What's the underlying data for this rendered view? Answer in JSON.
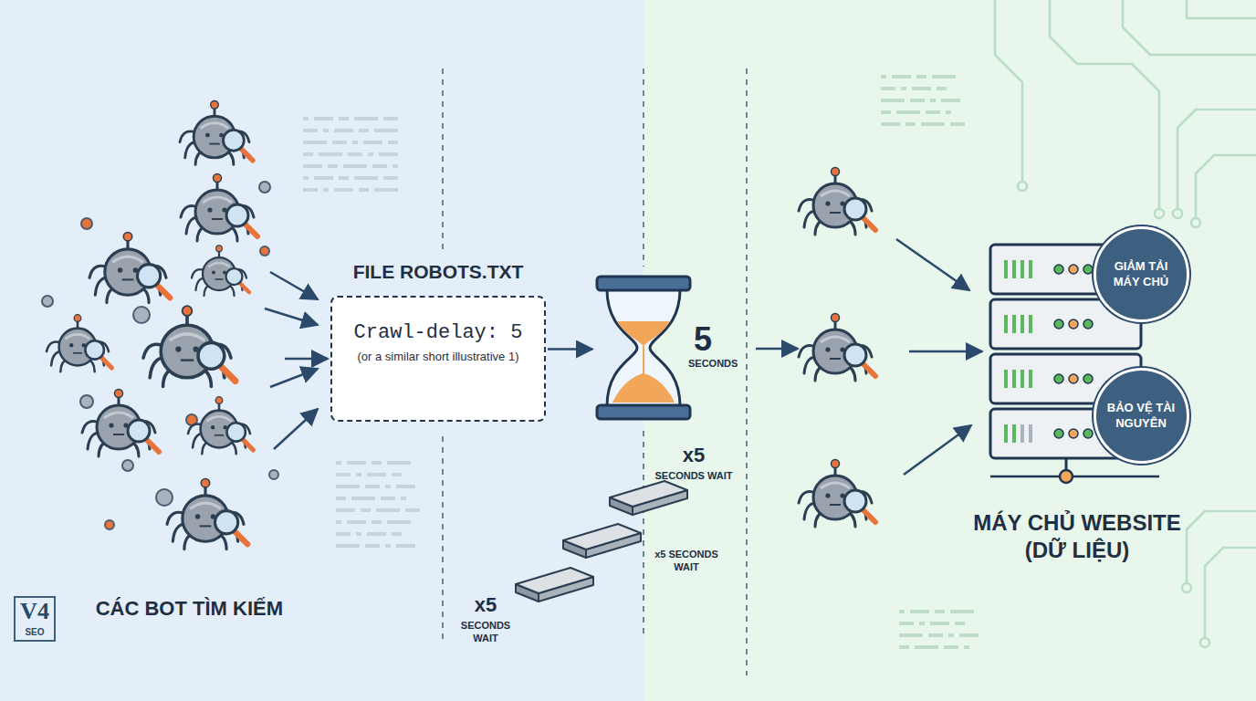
{
  "diagram": {
    "nodes": [
      {
        "text": [
          "CÁC BOT TÌM KIẾM"
        ]
      },
      {
        "text": [
          "FILE ROBOTS.TXT",
          "Crawl-delay: 5",
          "(or a similar short illustrative 1)"
        ]
      },
      {
        "text": [
          "5",
          "SECONDS"
        ]
      },
      {
        "text": [
          "MÁY CHỦ WEBSITE (DỮ LIỆU)"
        ]
      },
      {
        "text": [
          "GIẢM TẢI MÁY CHỦ"
        ],
        "in": 3
      },
      {
        "text": [
          "BẢO VỆ TÀI NGUYÊN"
        ],
        "in": 3
      }
    ],
    "edges": [
      {
        "from": 0,
        "to": 1,
        "arrow": "to"
      },
      {
        "from": 1,
        "to": 2,
        "arrow": "to"
      }
    ],
    "labels": [
      "x5",
      "SECONDS WAIT",
      "x5 SECONDS WAIT",
      "x5",
      "SECONDS WAIT",
      "V4",
      "SEO"
    ]
  }
}
